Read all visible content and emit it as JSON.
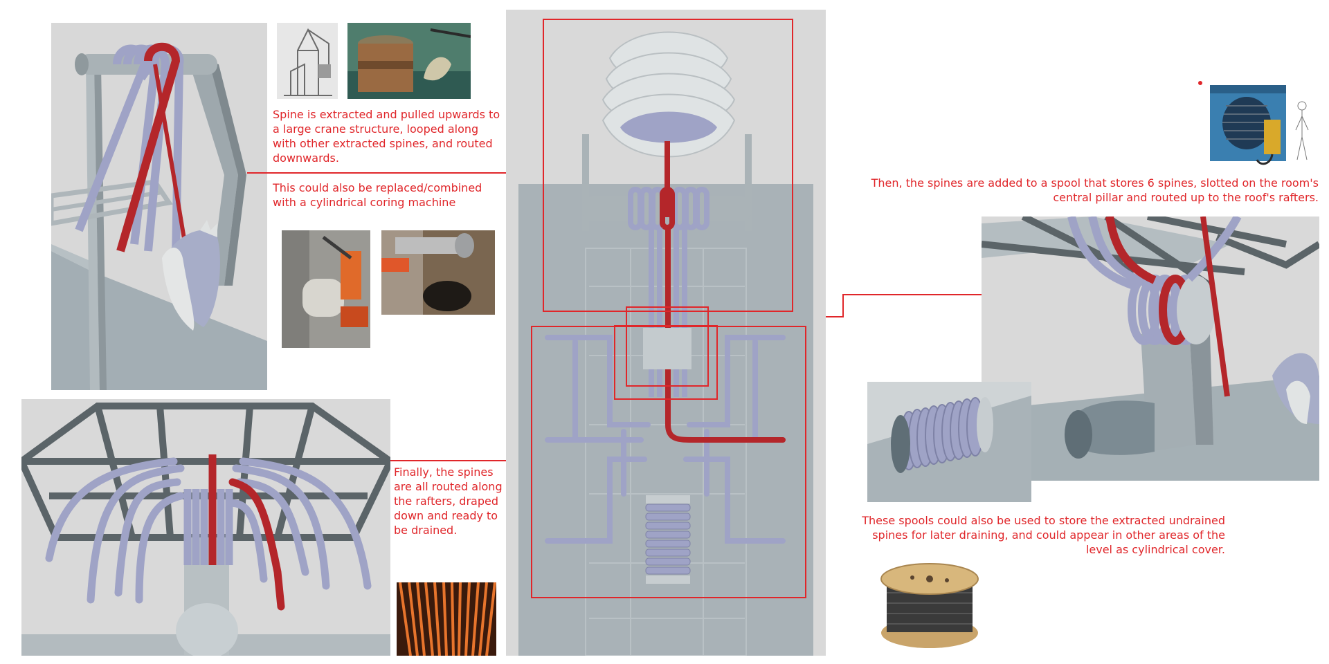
{
  "notes": {
    "crane": "Spine is extracted and pulled upwards to a large crane structure, looped along with other extracted spines, and routed downwards.",
    "coring": "This could also be replaced/combined with a cylindrical coring machine",
    "rafters": "Finally, the spines are all routed along the rafters, draped down and ready to be drained.",
    "spool": "Then, the spines are added to a spool that stores 6 spines, slotted on the room's central pillar and routed up to the roof's rafters.",
    "cover": "These spools could also be used to store the extracted undrained spines for later draining, and could appear in other areas of the level as cylindrical cover."
  },
  "colors": {
    "annotation": "#e0262a",
    "spine_red": "#b4262a",
    "spine_blue": "#9fa3c6",
    "structure_grey": "#a9b3b8",
    "background_grey": "#d9d9d9"
  }
}
